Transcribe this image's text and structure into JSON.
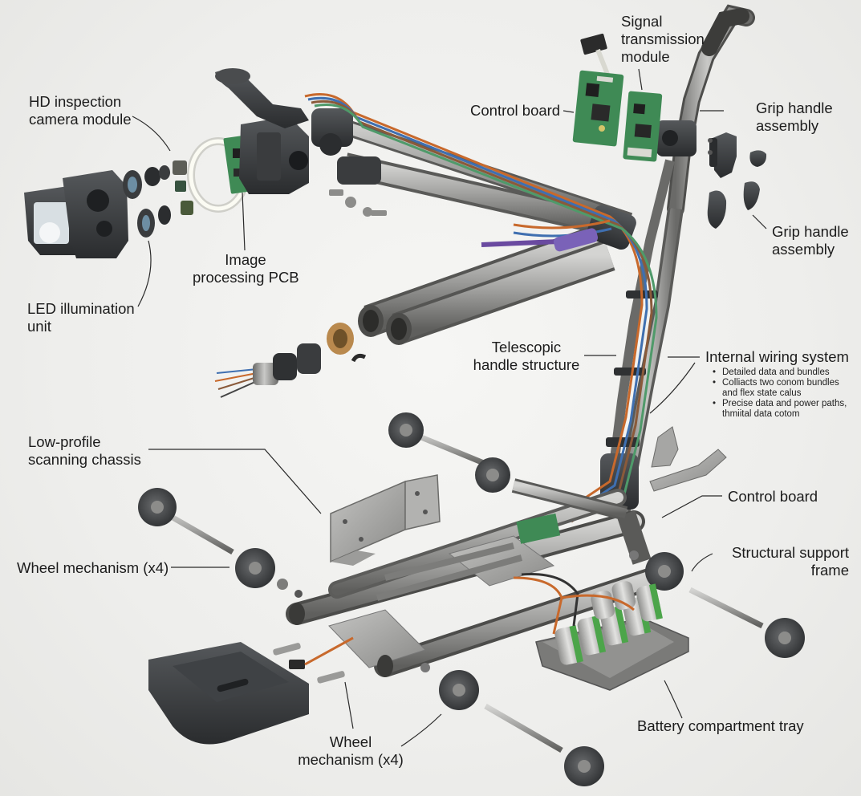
{
  "labels": {
    "hd_camera": [
      "HD inspection",
      "camera module"
    ],
    "signal_tx": [
      "Signal",
      "transmission",
      "module"
    ],
    "control_board_top": [
      "Control board"
    ],
    "grip_handle_1": [
      "Grip handle",
      "assembly"
    ],
    "grip_handle_2": [
      "Grip handle",
      "assembly"
    ],
    "image_pcb": [
      "Image",
      "processing PCB"
    ],
    "led_unit": [
      "LED illumination",
      "unit"
    ],
    "telescopic": [
      "Telescopic",
      "handle structure"
    ],
    "wiring_title": "Internal wiring system",
    "wiring_bullets": [
      [
        "Detailed data and bundles"
      ],
      [
        "Colliacts two conom bundles",
        "and flex state calus"
      ],
      [
        "Precise data and power paths,",
        "thmiital data cotom"
      ]
    ],
    "chassis": [
      "Low-profile",
      "scanning chassis"
    ],
    "control_board_bottom": [
      "Control board"
    ],
    "wheel_left": [
      "Wheel mechanism (x4)"
    ],
    "structural": [
      "Structural support",
      "frame"
    ],
    "wheel_bottom": [
      "Wheel",
      "mechanism (x4)"
    ],
    "battery": [
      "Battery compartment tray"
    ]
  },
  "colors": {
    "metal": "#9a9a98",
    "metal_dark": "#5c5c5a",
    "plastic": "#3a3c3e",
    "pcb": "#3f8a55",
    "copper": "#b9894e",
    "battery_green": "#4ca54a",
    "wire_orange": "#c8692c",
    "wire_blue": "#3f6fb0"
  }
}
